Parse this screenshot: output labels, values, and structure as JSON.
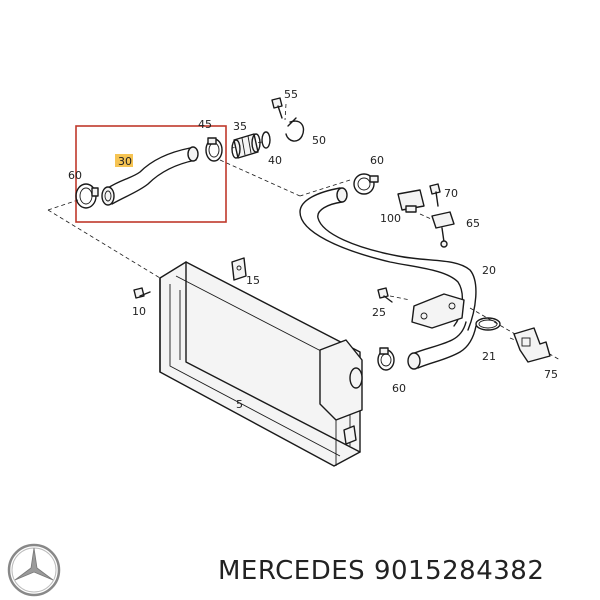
{
  "diagram": {
    "part_numbers": {
      "p5": "5",
      "p15": "15",
      "p10": "10",
      "p20": "20",
      "p21": "21",
      "p25": "25",
      "p30": "30",
      "p35": "35",
      "p40": "40",
      "p45": "45",
      "p50": "50",
      "p55": "55",
      "p60a": "60",
      "p60b": "60",
      "p60c": "60",
      "p65": "65",
      "p70": "70",
      "p75": "75",
      "p100": "100"
    },
    "highlight_color": "#c0392b",
    "label_highlight_color": "#f6c453"
  },
  "caption": {
    "brand": "MERCEDES",
    "part_number": "9015284382"
  },
  "logo": {
    "icon": "mercedes-star-icon"
  }
}
